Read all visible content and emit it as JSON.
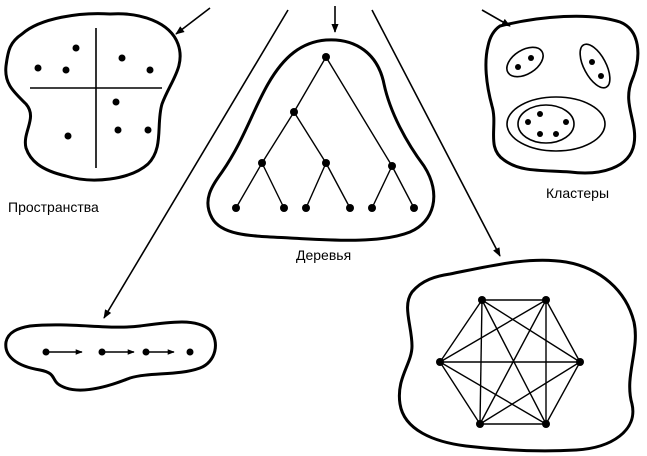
{
  "labels": {
    "spaces": "Пространства",
    "trees": "Деревья",
    "clusters": "Кластеры"
  },
  "colors": {
    "ink": "#000000",
    "background": "#ffffff"
  }
}
